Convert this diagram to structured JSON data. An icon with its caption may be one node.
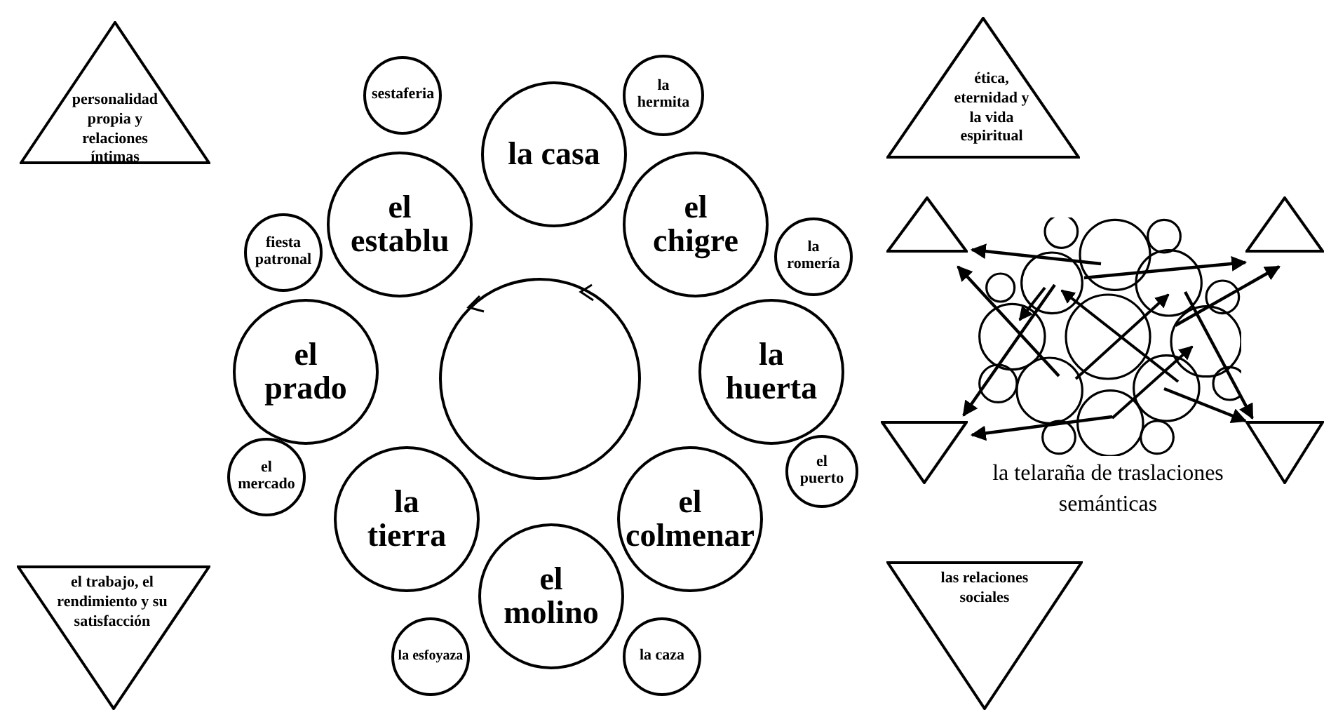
{
  "diagram": {
    "nodes": [
      {
        "text": [
          "personalidad propia y relaciones íntimas"
        ]
      },
      {
        "text": [
          "ética, eternidad y la vida espiritual"
        ]
      },
      {
        "text": [
          "sestaferia"
        ]
      },
      {
        "text": [
          "la casa"
        ]
      },
      {
        "text": [
          "la hermita"
        ]
      },
      {
        "text": [
          "fiesta patronal"
        ]
      },
      {
        "text": [
          "el establu"
        ]
      },
      {
        "text": [
          "el chigre"
        ]
      },
      {
        "text": [
          "la romería"
        ]
      },
      {
        "text": [],
        "shape": "circle"
      },
      {
        "text": [
          "el prado"
        ]
      },
      {
        "text": [
          "la huerta"
        ]
      },
      {
        "text": [
          "el mercado"
        ]
      },
      {
        "text": [
          "la tierra"
        ]
      },
      {
        "text": [
          "el colmenar"
        ]
      },
      {
        "text": [
          "el puerto"
        ]
      },
      {
        "text": [
          "el molino"
        ]
      },
      {
        "text": [
          "la esfoyaza"
        ]
      },
      {
        "text": [
          "la caza"
        ]
      },
      {
        "text": [],
        "shape": "triangle"
      },
      {
        "text": [],
        "shape": "triangle"
      },
      {
        "text": [],
        "shape": "picture",
        "beside": [
          "la telaraña de traslaciones semánticas"
        ]
      },
      {
        "text": [],
        "shape": "triangle"
      },
      {
        "text": [],
        "shape": "triangle"
      },
      {
        "text": [
          "el trabajo, el rendimiento y su satisfacción"
        ]
      },
      {
        "text": [
          "las relaciones sociales"
        ]
      }
    ],
    "edges": [
      {
        "from": 21,
        "to": 19,
        "arrow": "to"
      },
      {
        "from": 21,
        "to": 19,
        "arrow": "to"
      },
      {
        "from": 21,
        "to": 20,
        "arrow": "to"
      },
      {
        "from": 21,
        "to": 20,
        "arrow": "to"
      },
      {
        "from": 21,
        "to": 22,
        "arrow": "to"
      },
      {
        "from": 21,
        "to": 22,
        "arrow": "to"
      },
      {
        "from": 21,
        "to": 23,
        "arrow": "to"
      },
      {
        "from": 21,
        "to": 23,
        "arrow": "to"
      }
    ]
  }
}
